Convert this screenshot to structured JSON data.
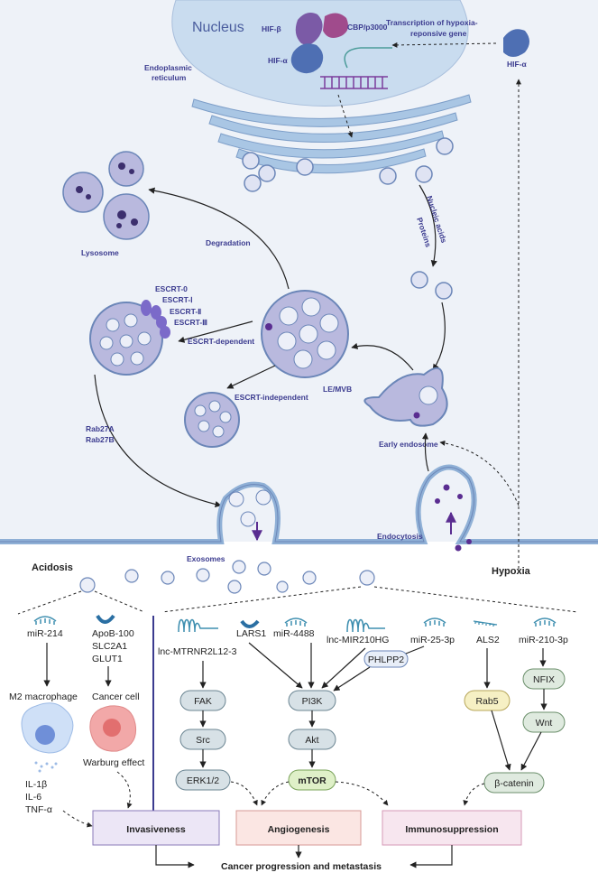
{
  "top": {
    "nucleus": "Nucleus",
    "hif_beta": "HIF-β",
    "cbp": "CBP/p3000",
    "hif_alpha_nuc": "HIF-α",
    "transcription_line1": "Transcription of hypoxia-",
    "transcription_line2": "reponsive  gene",
    "hif_alpha_out": "HIF-α",
    "er_line1": "Endoplasmic",
    "er_line2": "reticulum",
    "lysosome": "Lysosome",
    "degradation": "Degradation",
    "nucleic_acids": "Nucleic acids",
    "proteins": "Proteins",
    "escrt0": "ESCRT-0",
    "escrt1": "ESCRT-Ⅰ",
    "escrt2": "ESCRT-Ⅱ",
    "escrt3": "ESCRT-Ⅲ",
    "escrt_dep": "ESCRT-dependent",
    "escrt_indep": "ESCRT-independent",
    "le_mvb": "LE/MVB",
    "early_endosome": "Early endosome",
    "rab27a": "Rab27A",
    "rab27b": "Rab27B",
    "exosomes": "Exosomes",
    "endocytosis": "Endocytosis",
    "acidosis": "Acidosis",
    "hypoxia": "Hypoxia"
  },
  "left": {
    "mir214": "miR-214",
    "apob": "ApoB-100",
    "slc2a1": "SLC2A1",
    "glut1": "GLUT1",
    "m2": "M2 macrophage",
    "cancer_cell": "Cancer cell",
    "warburg": "Warburg effect",
    "il1b": "IL-1β",
    "il6": "IL-6",
    "tnfa": "TNF-α"
  },
  "right": {
    "lnc_mtrnr": "lnc-MTRNR2L12-3",
    "lars1": "LARS1",
    "mir4488": "miR-4488",
    "lnc_mir210hg": "lnc-MIR210HG",
    "mir25": "miR-25-3p",
    "phlpp2": "PHLPP2",
    "als2": "ALS2",
    "mir210": "miR-210-3p",
    "fak": "FAK",
    "src": "Src",
    "erk": "ERK1/2",
    "pi3k": "PI3K",
    "akt": "Akt",
    "mtor": "mTOR",
    "rab5": "Rab5",
    "nfix": "NFIX",
    "wnt": "Wnt",
    "bcat": "β-catenin"
  },
  "outcomes": {
    "invasiveness": "Invasiveness",
    "angiogenesis": "Angiogenesis",
    "immunosuppression": "Immunosuppression",
    "final": "Cancer progression and metastasis"
  },
  "colors": {
    "nucleus": "#c9dcef",
    "er": "#a9c6e4",
    "vesicle": "#b9b9de",
    "outline": "#6b86b8",
    "purple": "#5a3d8c",
    "green_box": "#dfeadf",
    "yellow_box": "#f6f0c4",
    "gray_box": "#d7e1e6",
    "outcome_inv": "#ece6f6",
    "outcome_ang": "#fbe6e3",
    "outcome_imm": "#f7e6ef"
  }
}
